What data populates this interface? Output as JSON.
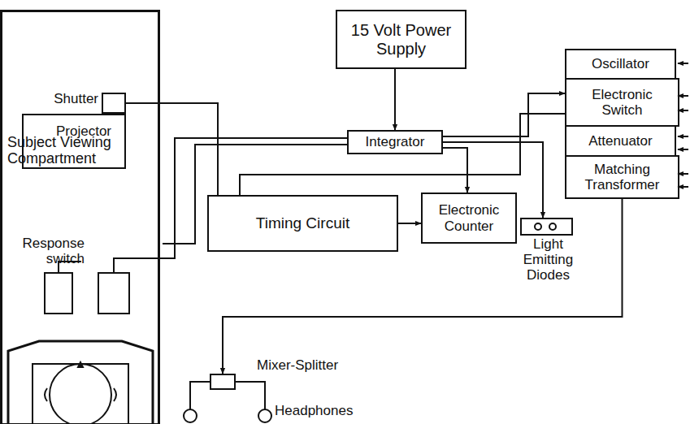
{
  "diagram": {
    "nodes": [
      {
        "text": [
          "Subject Viewing Compartment"
        ]
      },
      {
        "text": [
          "Shutter"
        ],
        "in": 0
      },
      {
        "text": [
          "Projector"
        ],
        "in": 0
      },
      {
        "text": [
          "15 Volt Power Supply"
        ]
      },
      {
        "text": [
          "Integrator"
        ]
      },
      {
        "text": [
          "Timing Circuit"
        ]
      },
      {
        "text": [
          "Electronic Counter"
        ]
      },
      {
        "text": [
          "Light Emitting Diodes"
        ]
      },
      {
        "text": [
          "Oscillator"
        ]
      },
      {
        "text": [
          "Electronic Switch"
        ]
      },
      {
        "text": [
          "Attenuator"
        ]
      },
      {
        "text": [
          "Matching Transformer"
        ]
      },
      {
        "text": [
          "Mixer-Splitter"
        ]
      }
    ],
    "edges": [
      {
        "from": 1,
        "to": 5,
        "arrow": "none"
      },
      {
        "from": 3,
        "to": 4,
        "arrow": "to"
      },
      {
        "from": 5,
        "to": 6,
        "arrow": "to"
      },
      {
        "from": 4,
        "to": 6,
        "arrow": "to"
      },
      {
        "from": 4,
        "to": 9,
        "arrow": "to"
      },
      {
        "from": 4,
        "to": 7,
        "arrow": "to"
      },
      {
        "from": 5,
        "to": 9,
        "arrow": "none"
      },
      {
        "from": 11,
        "to": 12,
        "arrow": "to"
      }
    ],
    "labels": [
      "Response switch",
      "Headphones"
    ]
  }
}
